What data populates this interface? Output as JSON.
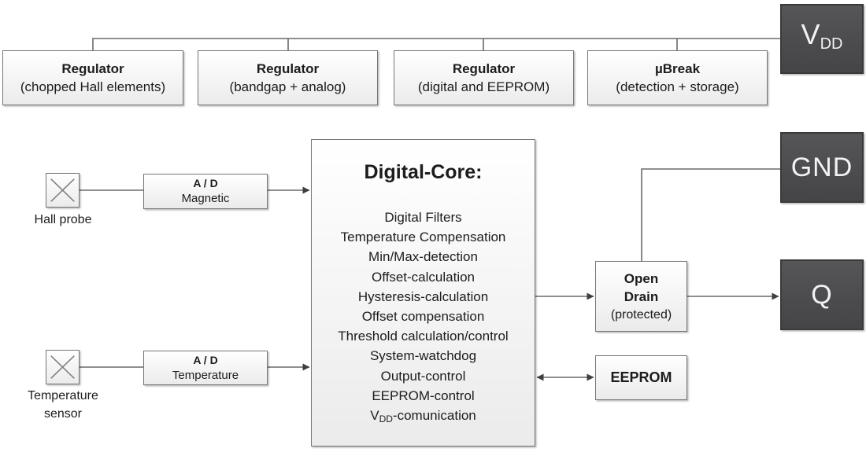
{
  "diagram": {
    "top_row": [
      {
        "title": "Regulator",
        "subtitle": "(chopped Hall elements)"
      },
      {
        "title": "Regulator",
        "subtitle": "(bandgap + analog)"
      },
      {
        "title": "Regulator",
        "subtitle": "(digital and EEPROM)"
      },
      {
        "title": "µBreak",
        "subtitle": "(detection + storage)"
      }
    ],
    "pins": {
      "vdd_main": "V",
      "vdd_sub": "DD",
      "gnd": "GND",
      "q": "Q"
    },
    "sensors": {
      "hall_label": "Hall probe",
      "temp_label_line1": "Temperature",
      "temp_label_line2": "sensor"
    },
    "adc_magnetic": {
      "title": "A / D",
      "subtitle": "Magnetic"
    },
    "adc_temperature": {
      "title": "A / D",
      "subtitle": "Temperature"
    },
    "digital_core": {
      "title": "Digital-Core:",
      "functions": [
        "Digital Filters",
        "Temperature Compensation",
        "Min/Max-detection",
        "Offset-calculation",
        "Hysteresis-calculation",
        "Offset compensation",
        "Threshold calculation/control",
        "System-watchdog",
        "Output-control",
        "EEPROM-control"
      ],
      "vdd_function_pre": "V",
      "vdd_function_sub": "DD",
      "vdd_function_post": "-comunication"
    },
    "open_drain": {
      "line1": "Open",
      "line2": "Drain",
      "line3": "(protected)"
    },
    "eeprom_label": "EEPROM"
  },
  "colors": {
    "dark_box_fill": "#4b4b4d",
    "dark_box_border": "#3a3a3c",
    "light_box_border": "#767676",
    "connector": "#6a6a6a",
    "arrow": "#3f3f3f",
    "text": "#1c1c1c",
    "pin_text": "#f2f2f4"
  }
}
